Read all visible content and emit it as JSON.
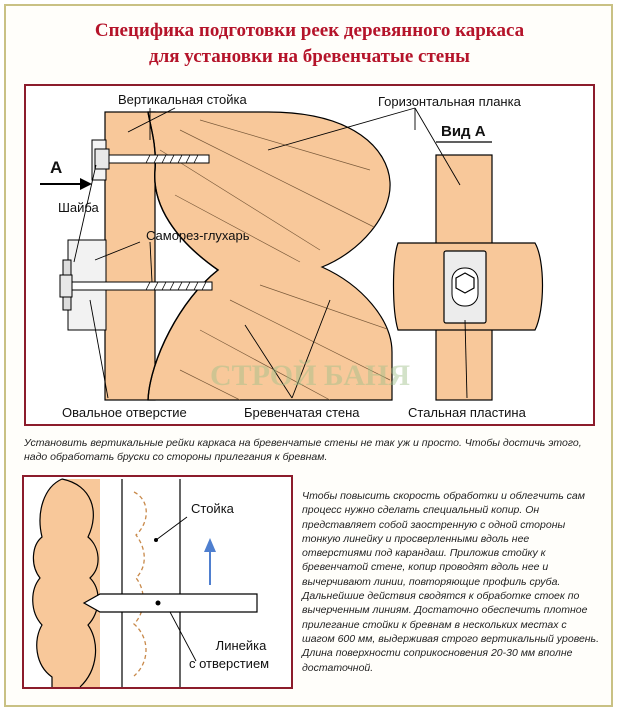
{
  "title": {
    "line1": "Специфика подготовки реек деревянного каркаса",
    "line2": "для установки на бревенчатые стены"
  },
  "diagram1": {
    "labels": {
      "vertical_post": "Вертикальная стойка",
      "horizontal_strip": "Горизонтальная планка",
      "view_a": "Вид А",
      "arrow_a": "А",
      "washer": "Шайба",
      "screw": "Саморез-глухарь",
      "oval_hole": "Овальное отверстие",
      "log_wall": "Бревенчатая стена",
      "steel_plate": "Стальная пластина"
    },
    "watermark": "СТРОЙ БАНЯ"
  },
  "caption1": "Установить вертикальные рейки каркаса на бревенчатые стены не так уж и просто. Чтобы достичь этого, надо обработать бруски со стороны прилегания к бревнам.",
  "diagram2": {
    "labels": {
      "post": "Стойка",
      "ruler_line1": "Линейка",
      "ruler_line2": "с отверстием"
    }
  },
  "caption2": "Чтобы повысить скорость обработки и облегчить сам процесс нужно сделать специальный копир. Он представляет собой заостренную с одной стороны тонкую линейку и просверленными вдоль нее отверстиями под карандаш. Приложив стойку к бревенчатой стене, копир проводят вдоль нее и вычерчивают линии, повторяющие профиль сруба. Дальнейшие действия сводятся к обработке стоек по вычерченным линиям. Достаточно обеспечить плотное прилегание стойки к бревнам в нескольких местах с шагом 600 мм, выдерживая строго вертикальный уровень. Длина поверхности соприкосновения 20-30 мм вполне достаточной.",
  "colors": {
    "title": "#b5142a",
    "frame": "#8c1c2b",
    "wood": "#f8c89a",
    "arrow_blue": "#4f7fcf"
  }
}
